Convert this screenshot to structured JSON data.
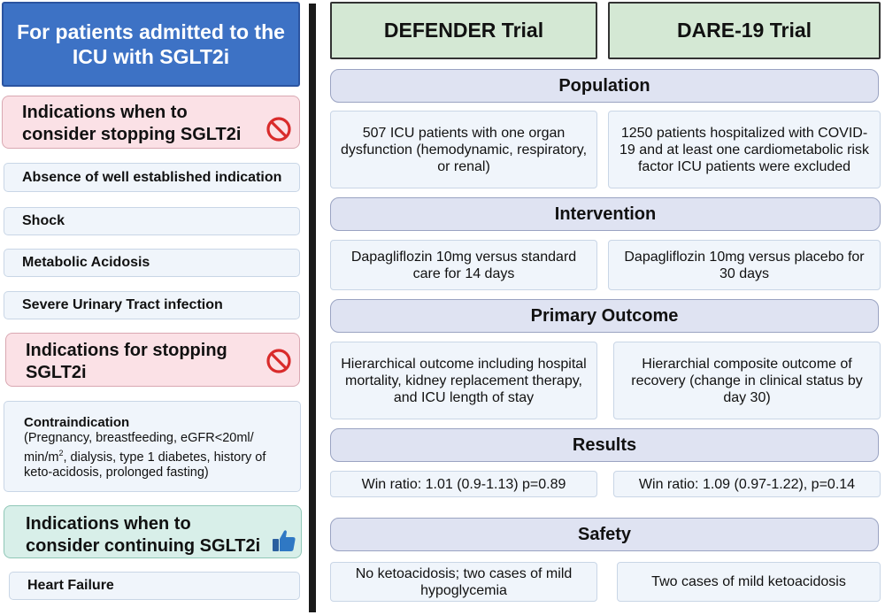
{
  "left": {
    "header": "For patients admitted to the ICU with SGLT2i",
    "consider_stopping": {
      "title": "Indications when to consider stopping SGLT2i",
      "items": [
        "Absence of well established indication",
        "Shock",
        "Metabolic Acidosis",
        "Severe Urinary Tract infection"
      ]
    },
    "stopping": {
      "title": "Indications for stopping SGLT2i",
      "contraindication_title": "Contraindication",
      "contraindication_text_a": "(Pregnancy, breastfeeding, eGFR<20ml/ min/m",
      "contraindication_sup": "2",
      "contraindication_text_b": ", dialysis, type 1 diabetes, history of keto-acidosis, prolonged fasting)"
    },
    "continuing": {
      "title": "Indications when to consider continuing SGLT2i",
      "items": [
        "Heart Failure"
      ]
    },
    "icons": [
      "no-entry-icon",
      "no-entry-icon",
      "thumbs-up-icon"
    ]
  },
  "trials": [
    "DEFENDER Trial",
    "DARE-19 Trial"
  ],
  "sections": [
    {
      "title": "Population",
      "cells": [
        "507 ICU patients with one organ dysfunction (hemodynamic, respiratory, or renal)",
        "1250 patients hospitalized with COVID-19 and at least one cardiometabolic risk factor ICU patients were excluded"
      ]
    },
    {
      "title": "Intervention",
      "cells": [
        "Dapagliflozin 10mg versus standard care for 14 days",
        "Dapagliflozin 10mg versus placebo for 30 days"
      ]
    },
    {
      "title": "Primary Outcome",
      "cells": [
        "Hierarchical outcome including hospital mortality, kidney replacement therapy, and ICU length of stay",
        "Hierarchial composite outcome of recovery (change in clinical status by day 30)"
      ]
    },
    {
      "title": "Results",
      "cells": [
        "Win ratio: 1.01 (0.9-1.13) p=0.89",
        "Win ratio: 1.09 (0.97-1.22), p=0.14"
      ]
    },
    {
      "title": "Safety",
      "cells": [
        "No ketoacidosis; two cases of mild hypoglycemia",
        "Two cases of mild ketoacidosis"
      ]
    }
  ],
  "colors": {
    "header_blue": "#3d72c5",
    "trial_green": "#d4e8d4",
    "section_lavender": "#dfe3f2",
    "pink": "#fbe1e6",
    "mint": "#d8efe9",
    "no_entry_red": "#d92b2b",
    "thumb_blue": "#2f78c4"
  }
}
